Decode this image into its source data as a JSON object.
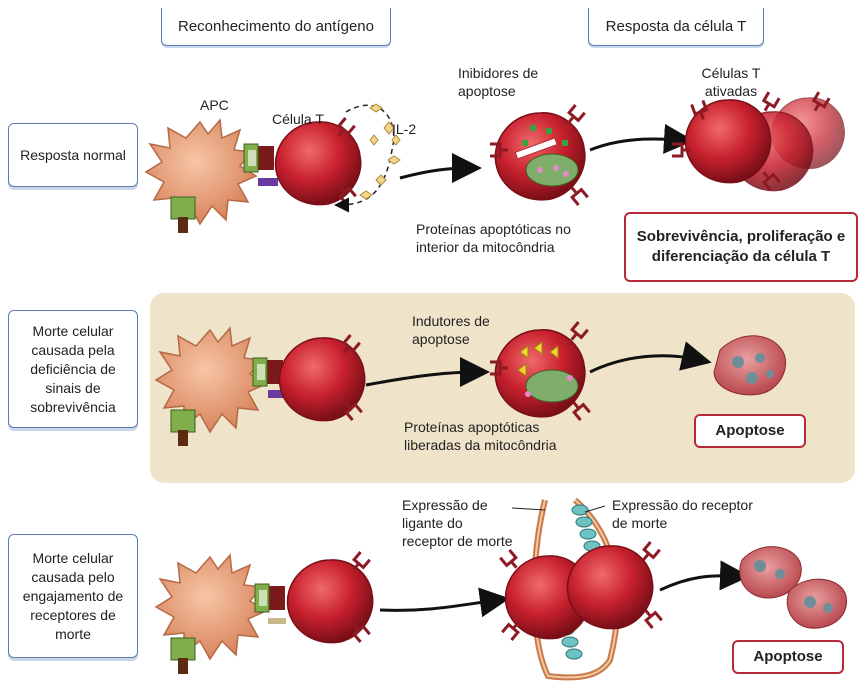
{
  "headers": {
    "antigen": "Reconhecimento do antígeno",
    "response": "Resposta da célula T"
  },
  "rows": [
    {
      "label": "Resposta normal"
    },
    {
      "label": "Morte celular causada pela deficiência de sinais de sobrevivência"
    },
    {
      "label": "Morte celular causada pelo engajamento de receptores de morte"
    }
  ],
  "row1": {
    "apc": "APC",
    "tcell": "Célula T",
    "il2": "IL-2",
    "inhibitors": "Inibidores de apoptose",
    "mito_proteins": "Proteínas apoptóticas no interior da mitocôndria",
    "activated": "Células T ativadas",
    "outcome": "Sobrevivência, proliferação e diferenciação da célula T"
  },
  "row2": {
    "inducers": "Indutores de apoptose",
    "released": "Proteínas apoptóticas liberadas da mitocôndria",
    "outcome": "Apoptose"
  },
  "row3": {
    "ligand": "Expressão de ligante do receptor de morte",
    "receptor": "Expressão do receptor de morte",
    "outcome": "Apoptose"
  },
  "colors": {
    "frame": "#5c7cae",
    "band": "#efe4c9",
    "cell_red": "#c8202e",
    "apc_skin": "#e8a07a",
    "outcome_border": "#b5293a"
  }
}
